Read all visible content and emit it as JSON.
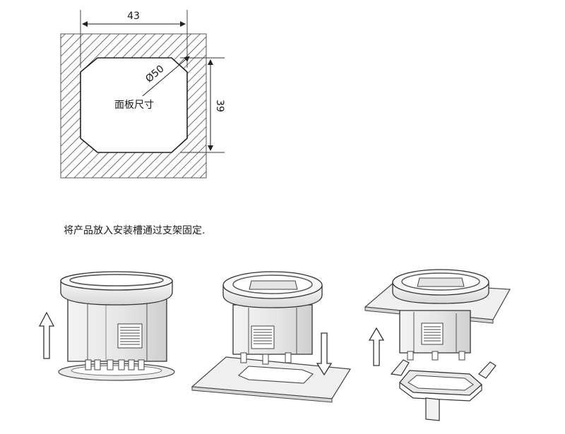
{
  "cutout": {
    "width_label": "43",
    "height_label": "39",
    "diameter_label": "Ø50",
    "panel_label": "面板尺寸"
  },
  "instruction": "将产品放入安装槽通过支架固定.",
  "steps": [
    {
      "name": "meter-with-ring",
      "arrow": "up-arrow-icon"
    },
    {
      "name": "meter-into-panel",
      "arrow": "down-arrow-icon"
    },
    {
      "name": "meter-fixed-with-bracket",
      "arrow": "up-arrow-icon"
    }
  ]
}
